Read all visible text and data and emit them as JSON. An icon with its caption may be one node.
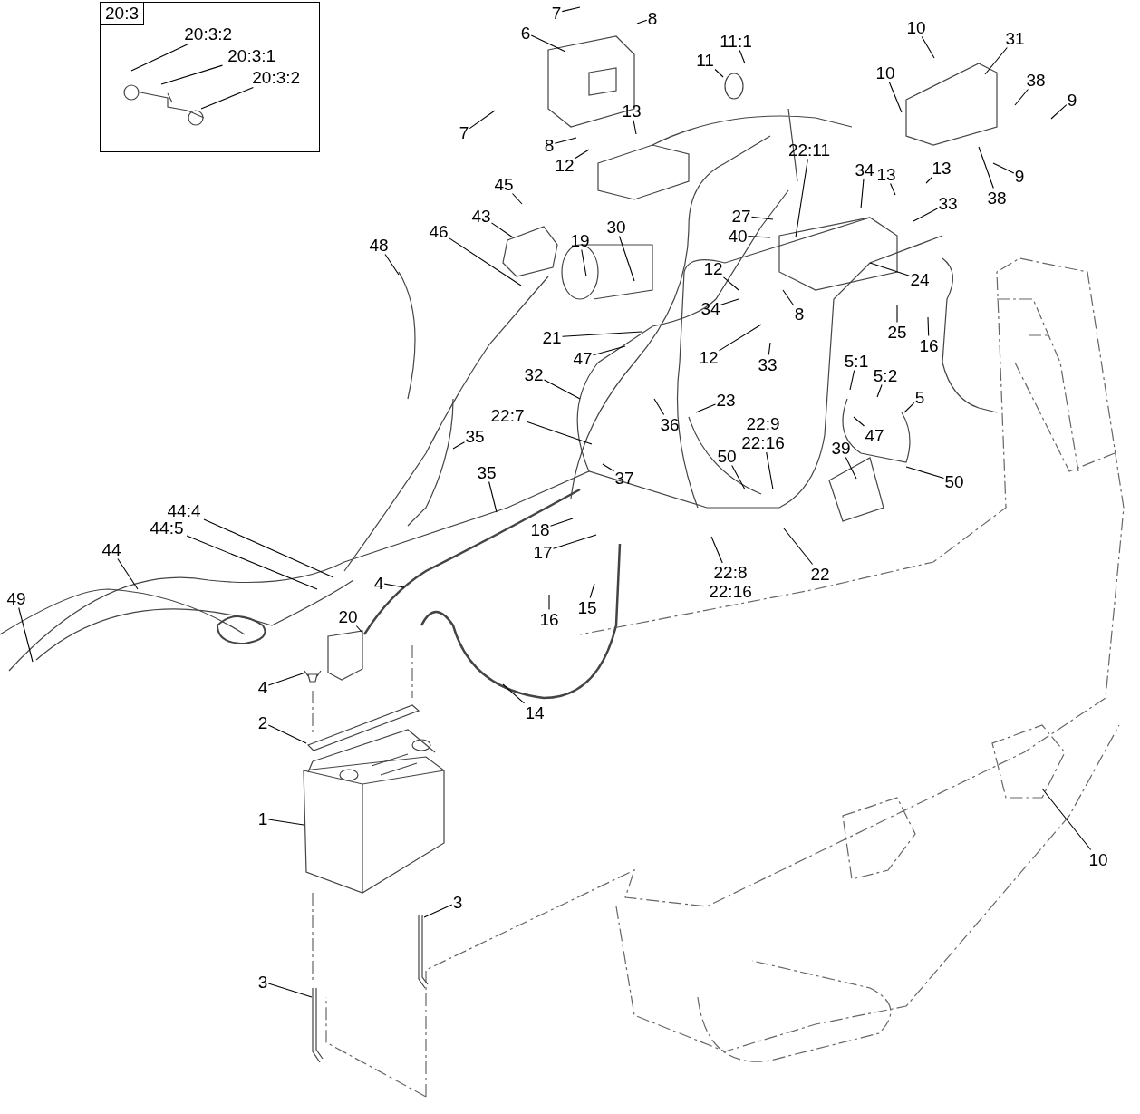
{
  "diagram": {
    "nodes": [
      {
        "text": [
          "20:3"
        ]
      },
      {
        "text": [
          "20:3:2"
        ],
        "in": 0
      },
      {
        "text": [
          "20:3:1"
        ],
        "in": 0
      },
      {
        "text": [
          "20:3:2"
        ],
        "in": 0
      },
      {
        "text": [
          "7"
        ]
      },
      {
        "text": [
          "8"
        ]
      },
      {
        "text": [
          "6"
        ]
      },
      {
        "text": [
          "11:1"
        ]
      },
      {
        "text": [
          "11"
        ]
      },
      {
        "text": [
          "10"
        ]
      },
      {
        "text": [
          "31"
        ]
      },
      {
        "text": [
          "10"
        ]
      },
      {
        "text": [
          "38"
        ]
      },
      {
        "text": [
          "9"
        ]
      },
      {
        "text": [
          "7"
        ]
      },
      {
        "text": [
          "13"
        ]
      },
      {
        "text": [
          "8"
        ]
      },
      {
        "text": [
          "12"
        ]
      },
      {
        "text": [
          "22:11"
        ]
      },
      {
        "text": [
          "34"
        ]
      },
      {
        "text": [
          "13"
        ]
      },
      {
        "text": [
          "13"
        ]
      },
      {
        "text": [
          "9"
        ]
      },
      {
        "text": [
          "38"
        ]
      },
      {
        "text": [
          "45"
        ]
      },
      {
        "text": [
          "27"
        ]
      },
      {
        "text": [
          "33"
        ]
      },
      {
        "text": [
          "43"
        ]
      },
      {
        "text": [
          "40"
        ]
      },
      {
        "text": [
          "46"
        ]
      },
      {
        "text": [
          "19"
        ]
      },
      {
        "text": [
          "30"
        ]
      },
      {
        "text": [
          "48"
        ]
      },
      {
        "text": [
          "24"
        ]
      },
      {
        "text": [
          "12"
        ]
      },
      {
        "text": [
          "34"
        ]
      },
      {
        "text": [
          "8"
        ]
      },
      {
        "text": [
          "25"
        ]
      },
      {
        "text": [
          "16"
        ]
      },
      {
        "text": [
          "21"
        ]
      },
      {
        "text": [
          "47"
        ]
      },
      {
        "text": [
          "12"
        ]
      },
      {
        "text": [
          "33"
        ]
      },
      {
        "text": [
          "5:1"
        ]
      },
      {
        "text": [
          "5:2"
        ]
      },
      {
        "text": [
          "32"
        ]
      },
      {
        "text": [
          "5"
        ]
      },
      {
        "text": [
          "23"
        ]
      },
      {
        "text": [
          "36"
        ]
      },
      {
        "text": [
          "22:7"
        ]
      },
      {
        "text": [
          "22:9",
          "22:16"
        ]
      },
      {
        "text": [
          "47"
        ]
      },
      {
        "text": [
          "35"
        ]
      },
      {
        "text": [
          "39"
        ]
      },
      {
        "text": [
          "50"
        ]
      },
      {
        "text": [
          "37"
        ]
      },
      {
        "text": [
          "50"
        ]
      },
      {
        "text": [
          "35"
        ]
      },
      {
        "text": [
          "44:4"
        ]
      },
      {
        "text": [
          "44:5"
        ]
      },
      {
        "text": [
          "18"
        ]
      },
      {
        "text": [
          "44"
        ]
      },
      {
        "text": [
          "17"
        ]
      },
      {
        "text": [
          "22"
        ]
      },
      {
        "text": [
          "22:8",
          "22:16"
        ]
      },
      {
        "text": [
          "4"
        ]
      },
      {
        "text": [
          "15"
        ]
      },
      {
        "text": [
          "49"
        ]
      },
      {
        "text": [
          "16"
        ]
      },
      {
        "text": [
          "20"
        ]
      },
      {
        "text": [
          "4"
        ]
      },
      {
        "text": [
          "14"
        ]
      },
      {
        "text": [
          "2"
        ]
      },
      {
        "text": [
          "1"
        ]
      },
      {
        "text": [
          "10"
        ]
      },
      {
        "text": [
          "3"
        ]
      },
      {
        "text": [
          "3"
        ]
      },
      {
        "text": [],
        "shape": "picture"
      },
      {
        "text": [],
        "shape": "picture"
      },
      {
        "text": [],
        "shape": "picture"
      },
      {
        "text": [],
        "shape": "picture"
      },
      {
        "text": [],
        "shape": "picture"
      }
    ],
    "edges": [
      {
        "from": 1,
        "to": null,
        "arrow": "none"
      },
      {
        "from": 2,
        "to": null,
        "arrow": "none"
      },
      {
        "from": 3,
        "to": null,
        "arrow": "none"
      },
      {
        "from": 4,
        "to": null,
        "arrow": "none"
      },
      {
        "from": 5,
        "to": null,
        "arrow": "none"
      },
      {
        "from": 6,
        "to": null,
        "arrow": "none"
      },
      {
        "from": 7,
        "to": null,
        "arrow": "none"
      },
      {
        "from": 8,
        "to": null,
        "arrow": "none"
      },
      {
        "from": 9,
        "to": null,
        "arrow": "none"
      },
      {
        "from": 10,
        "to": null,
        "arrow": "none"
      },
      {
        "from": 11,
        "to": null,
        "arrow": "none"
      },
      {
        "from": 12,
        "to": null,
        "arrow": "none"
      },
      {
        "from": 13,
        "to": null,
        "arrow": "none"
      },
      {
        "from": 14,
        "to": null,
        "arrow": "none"
      },
      {
        "from": 15,
        "to": null,
        "arrow": "none"
      },
      {
        "from": 16,
        "to": null,
        "arrow": "none"
      },
      {
        "from": 17,
        "to": null,
        "arrow": "none"
      },
      {
        "from": 18,
        "to": null,
        "arrow": "none"
      },
      {
        "from": 19,
        "to": null,
        "arrow": "none"
      },
      {
        "from": 20,
        "to": null,
        "arrow": "none"
      },
      {
        "from": 21,
        "to": null,
        "arrow": "none"
      },
      {
        "from": 22,
        "to": null,
        "arrow": "none"
      },
      {
        "from": 23,
        "to": null,
        "arrow": "none"
      },
      {
        "from": 24,
        "to": null,
        "arrow": "none"
      },
      {
        "from": 25,
        "to": null,
        "arrow": "none"
      },
      {
        "from": 26,
        "to": null,
        "arrow": "none"
      },
      {
        "from": 27,
        "to": null,
        "arrow": "none"
      },
      {
        "from": 28,
        "to": null,
        "arrow": "none"
      },
      {
        "from": 29,
        "to": null,
        "arrow": "none"
      },
      {
        "from": 30,
        "to": null,
        "arrow": "none"
      },
      {
        "from": 31,
        "to": null,
        "arrow": "none"
      },
      {
        "from": 32,
        "to": null,
        "arrow": "none"
      },
      {
        "from": 33,
        "to": null,
        "arrow": "none"
      },
      {
        "from": 34,
        "to": null,
        "arrow": "none"
      },
      {
        "from": 35,
        "to": null,
        "arrow": "none"
      },
      {
        "from": 36,
        "to": null,
        "arrow": "none"
      },
      {
        "from": 37,
        "to": null,
        "arrow": "none"
      },
      {
        "from": 38,
        "to": null,
        "arrow": "none"
      },
      {
        "from": 39,
        "to": null,
        "arrow": "none"
      },
      {
        "from": 40,
        "to": null,
        "arrow": "none"
      },
      {
        "from": 41,
        "to": null,
        "arrow": "none"
      },
      {
        "from": 42,
        "to": null,
        "arrow": "none"
      },
      {
        "from": 43,
        "to": null,
        "arrow": "none"
      },
      {
        "from": 44,
        "to": null,
        "arrow": "none"
      },
      {
        "from": 45,
        "to": null,
        "arrow": "none"
      },
      {
        "from": 46,
        "to": null,
        "arrow": "none"
      },
      {
        "from": 47,
        "to": null,
        "arrow": "none"
      },
      {
        "from": 48,
        "to": null,
        "arrow": "none"
      },
      {
        "from": 49,
        "to": null,
        "arrow": "none"
      },
      {
        "from": 50,
        "to": null,
        "arrow": "none"
      },
      {
        "from": 51,
        "to": null,
        "arrow": "none"
      },
      {
        "from": 52,
        "to": null,
        "arrow": "none"
      },
      {
        "from": 53,
        "to": null,
        "arrow": "none"
      },
      {
        "from": 54,
        "to": null,
        "arrow": "none"
      },
      {
        "from": 55,
        "to": null,
        "arrow": "none"
      },
      {
        "from": 56,
        "to": null,
        "arrow": "none"
      },
      {
        "from": 57,
        "to": null,
        "arrow": "none"
      },
      {
        "from": 58,
        "to": null,
        "arrow": "none"
      },
      {
        "from": 59,
        "to": null,
        "arrow": "none"
      },
      {
        "from": 60,
        "to": null,
        "arrow": "none"
      },
      {
        "from": 61,
        "to": null,
        "arrow": "none"
      },
      {
        "from": 62,
        "to": null,
        "arrow": "none"
      },
      {
        "from": 63,
        "to": null,
        "arrow": "none"
      },
      {
        "from": 64,
        "to": null,
        "arrow": "none"
      },
      {
        "from": 65,
        "to": null,
        "arrow": "none"
      },
      {
        "from": 66,
        "to": null,
        "arrow": "none"
      },
      {
        "from": 67,
        "to": null,
        "arrow": "none"
      },
      {
        "from": 68,
        "to": null,
        "arrow": "none"
      },
      {
        "from": 69,
        "to": null,
        "arrow": "none"
      },
      {
        "from": 70,
        "to": 79,
        "arrow": "none"
      },
      {
        "from": 71,
        "to": null,
        "arrow": "none"
      },
      {
        "from": 72,
        "to": 78,
        "arrow": "none"
      },
      {
        "from": 73,
        "to": 77,
        "arrow": "none"
      },
      {
        "from": 74,
        "to": null,
        "arrow": "none"
      },
      {
        "from": 75,
        "to": 81,
        "arrow": "none"
      },
      {
        "from": 76,
        "to": 80,
        "arrow": "none"
      }
    ]
  }
}
